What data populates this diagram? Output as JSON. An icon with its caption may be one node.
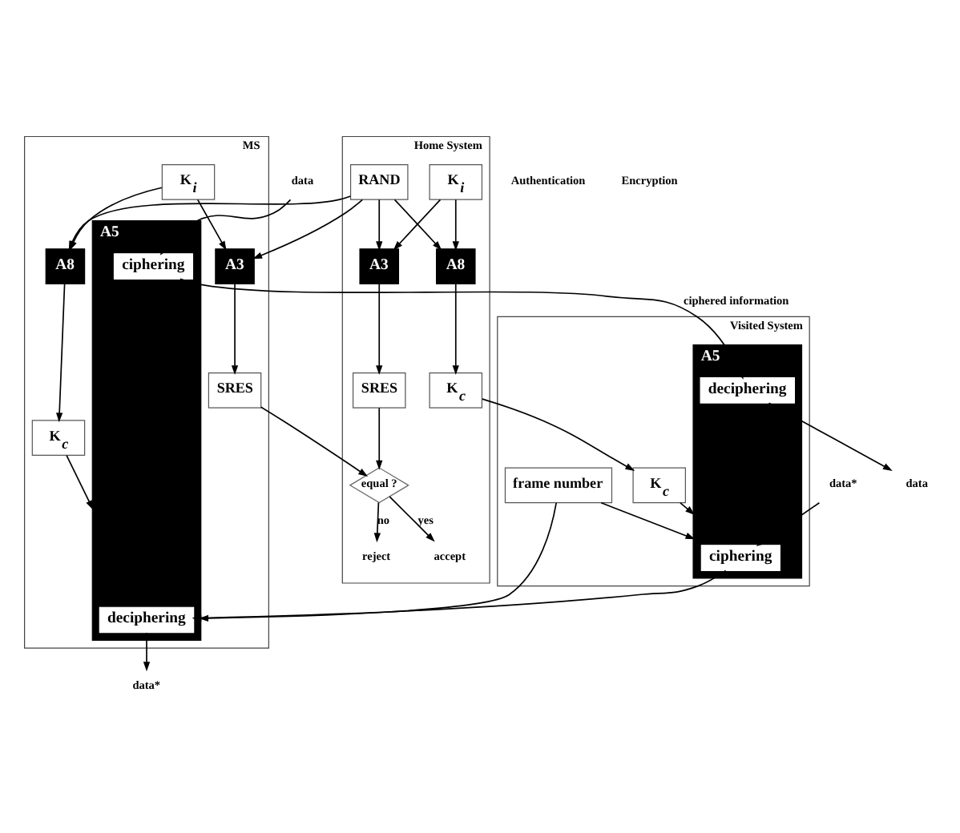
{
  "diagram": {
    "nodes": [
      {
        "text": [
          "MS"
        ]
      },
      {
        "text": [
          "K$_{i}$"
        ],
        "in": 0
      },
      {
        "text": [
          "A8"
        ],
        "in": 0
      },
      {
        "text": [
          "A3"
        ],
        "in": 0
      },
      {
        "text": [
          "SRES"
        ],
        "in": 0
      },
      {
        "text": [
          "K$_{c}$"
        ],
        "in": 0
      },
      {
        "text": [
          "A5"
        ],
        "in": 0
      },
      {
        "text": [
          "ciphering"
        ],
        "in": 6
      },
      {
        "text": [
          "deciphering"
        ],
        "in": 6
      },
      {
        "text": [
          "Home System"
        ]
      },
      {
        "text": [
          "RAND"
        ],
        "in": 9
      },
      {
        "text": [
          "K$_{i}$"
        ],
        "in": 9
      },
      {
        "text": [
          "A3"
        ],
        "in": 9
      },
      {
        "text": [
          "A8"
        ],
        "in": 9
      },
      {
        "text": [
          "equal ?"
        ],
        "in": 9
      },
      {
        "text": [
          "reject"
        ],
        "in": 9
      },
      {
        "text": [
          "accept"
        ],
        "in": 9
      },
      {
        "text": [
          "SRES"
        ],
        "in": 9
      },
      {
        "text": [
          "K$_{c}$"
        ],
        "in": 9
      },
      {
        "text": [
          "Visited System"
        ]
      },
      {
        "text": [
          "frame number"
        ],
        "in": 19
      },
      {
        "text": [
          "K$_{c}$"
        ],
        "in": 19
      },
      {
        "text": [
          "A5"
        ],
        "in": 19
      },
      {
        "text": [
          "deciphering"
        ],
        "in": 22
      },
      {
        "text": [
          "ciphering"
        ],
        "in": 22
      },
      {
        "text": [
          "data"
        ]
      },
      {
        "text": [
          "data*"
        ]
      },
      {
        "text": [
          "data"
        ]
      },
      {
        "text": [
          "data*"
        ]
      }
    ],
    "edges": [
      {
        "from": 10,
        "to": 2,
        "arrow": "to"
      },
      {
        "from": 10,
        "to": 3,
        "arrow": "to"
      },
      {
        "from": 10,
        "to": 12,
        "arrow": "to"
      },
      {
        "from": 10,
        "to": 13,
        "arrow": "to"
      },
      {
        "from": 1,
        "to": 2,
        "arrow": "to"
      },
      {
        "from": 1,
        "to": 3,
        "arrow": "to"
      },
      {
        "from": 11,
        "to": 12,
        "arrow": "to"
      },
      {
        "from": 11,
        "to": 13,
        "arrow": "to"
      },
      {
        "from": 3,
        "to": 4,
        "arrow": "to"
      },
      {
        "from": 12,
        "to": 17,
        "arrow": "to"
      },
      {
        "from": 4,
        "to": 14,
        "arrow": "to"
      },
      {
        "from": 17,
        "to": 14,
        "arrow": "to"
      },
      {
        "from": 14,
        "to": 15,
        "label": "no",
        "arrow": "to"
      },
      {
        "from": 14,
        "to": 16,
        "label": "yes",
        "arrow": "to"
      },
      {
        "from": 13,
        "to": 18,
        "arrow": "to"
      },
      {
        "from": 2,
        "to": 5,
        "arrow": "to"
      },
      {
        "from": 18,
        "to": 21,
        "arrow": "to"
      },
      {
        "from": 5,
        "to": 6,
        "arrow": "to"
      },
      {
        "from": 20,
        "to": 6,
        "arrow": "to"
      },
      {
        "from": 20,
        "to": 22,
        "arrow": "to"
      },
      {
        "from": 21,
        "to": 22,
        "arrow": "to"
      },
      {
        "from": 25,
        "to": 7,
        "arrow": "to"
      },
      {
        "from": 7,
        "to": 23,
        "label": "ciphered information",
        "arrow": "to"
      },
      {
        "from": 23,
        "to": 27,
        "arrow": "to"
      },
      {
        "from": 28,
        "to": 24,
        "arrow": "to"
      },
      {
        "from": 24,
        "to": 8,
        "arrow": "to"
      },
      {
        "from": 8,
        "to": 26,
        "arrow": "to"
      }
    ],
    "labels": [
      "Authentication",
      "Encryption"
    ]
  }
}
